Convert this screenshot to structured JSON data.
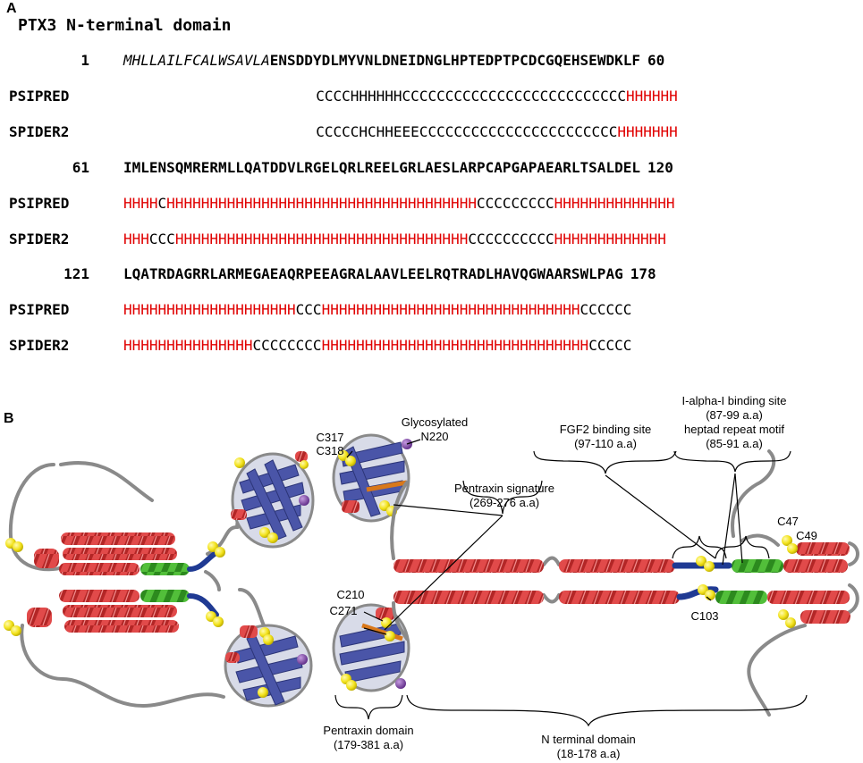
{
  "panel_a": {
    "label": "A",
    "title": "PTX3 N-terminal domain",
    "blocks": [
      {
        "start": "1",
        "signal": "MHLLAILFCALWSAVLA",
        "seq": "ENSDDYDLMYVNLDNEIDNGLHPTEDPTPCDCGQEHSEWDKLF",
        "end": "60",
        "tracks": [
          {
            "name": "PSIPRED",
            "offset": 17,
            "segments": [
              {
                "text": "CCCCHHHHHHCCCCCCCCCCCCCCCCCCCCCCCCCC",
                "kind": "coil"
              },
              {
                "text": "HHHHHH",
                "kind": "helix"
              }
            ]
          },
          {
            "name": "SPIDER2",
            "offset": 17,
            "segments": [
              {
                "text": "CCCCCHCHHEEECCCCCCCCCCCCCCCCCCCCCCC",
                "kind": "coil"
              },
              {
                "text": "HHHHHHH",
                "kind": "helix"
              }
            ]
          }
        ]
      },
      {
        "start": "61",
        "signal": "",
        "seq": "IMLENSQMRERMLLQATDDVLRGELQRLREELGRLAESLARPCAPGAPAEARLTSALDEL",
        "end": "120",
        "tracks": [
          {
            "name": "PSIPRED",
            "offset": 0,
            "segments": [
              {
                "text": "HHHH",
                "kind": "helix"
              },
              {
                "text": "C",
                "kind": "coil"
              },
              {
                "text": "HHHHHHHHHHHHHHHHHHHHHHHHHHHHHHHHHHHH",
                "kind": "helix"
              },
              {
                "text": "CCCCCCCCC",
                "kind": "coil"
              },
              {
                "text": "HHHHHHHHHHHHHH",
                "kind": "helix"
              }
            ]
          },
          {
            "name": "SPIDER2",
            "offset": 0,
            "segments": [
              {
                "text": "HHH",
                "kind": "helix"
              },
              {
                "text": "CCC",
                "kind": "coil"
              },
              {
                "text": "HHHHHHHHHHHHHHHHHHHHHHHHHHHHHHHHHH",
                "kind": "helix"
              },
              {
                "text": "CCCCCCCCCC",
                "kind": "coil"
              },
              {
                "text": "HHHHHHHHHHHHH",
                "kind": "helix"
              }
            ]
          }
        ]
      },
      {
        "start": "121",
        "signal": "",
        "seq": "LQATRDAGRRLARMEGAEAQRPEEAGRALAAVLEELRQTRADLHAVQGWAARSWLPAG",
        "end": "178",
        "tracks": [
          {
            "name": "PSIPRED",
            "offset": 0,
            "segments": [
              {
                "text": "HHHHHHHHHHHHHHHHHHHH",
                "kind": "helix"
              },
              {
                "text": "CCC",
                "kind": "coil"
              },
              {
                "text": "HHHHHHHHHHHHHHHHHHHHHHHHHHHHHH",
                "kind": "helix"
              },
              {
                "text": "CCCCCC",
                "kind": "coil"
              }
            ]
          },
          {
            "name": "SPIDER2",
            "offset": 0,
            "segments": [
              {
                "text": "HHHHHHHHHHHHHHH",
                "kind": "helix"
              },
              {
                "text": "CCCCCCCC",
                "kind": "coil"
              },
              {
                "text": "HHHHHHHHHHHHHHHHHHHHHHHHHHHHHHH",
                "kind": "helix"
              },
              {
                "text": "CCCCC",
                "kind": "coil"
              }
            ]
          }
        ]
      }
    ]
  },
  "panel_b": {
    "label": "B",
    "labels": {
      "glyco_1": "Glycosylated",
      "glyco_2": "N220",
      "c317": "C317",
      "c318": "C318",
      "c210": "C210",
      "c271": "C271",
      "c47": "C47",
      "c49": "C49",
      "c103": "C103",
      "signature_1": "Pentraxin signature",
      "signature_2": "(269-276 a.a)",
      "fgf2_1": "FGF2 binding site",
      "fgf2_2": "(97-110 a.a)",
      "iai_1": "I-alpha-I binding site",
      "iai_2": "(87-99 a.a)",
      "iai_3": "heptad repeat motif",
      "iai_4": "(85-91 a.a)",
      "pentraxin_1": "Pentraxin domain",
      "pentraxin_2": "(179-381 a.a)",
      "nterm_1": "N terminal domain",
      "nterm_2": "(18-178 a.a)"
    },
    "colors": {
      "helix": "#d93a3a",
      "sheet": "#4a55a8",
      "heptad": "#3fae2a",
      "loop": "#8c8c8c",
      "cysteine": "#f2e21b",
      "glycan": "#7b3fa8",
      "link": "#1f3a93"
    }
  },
  "colors": {
    "coil_text": "#000000",
    "helix_text": "#e00000"
  }
}
